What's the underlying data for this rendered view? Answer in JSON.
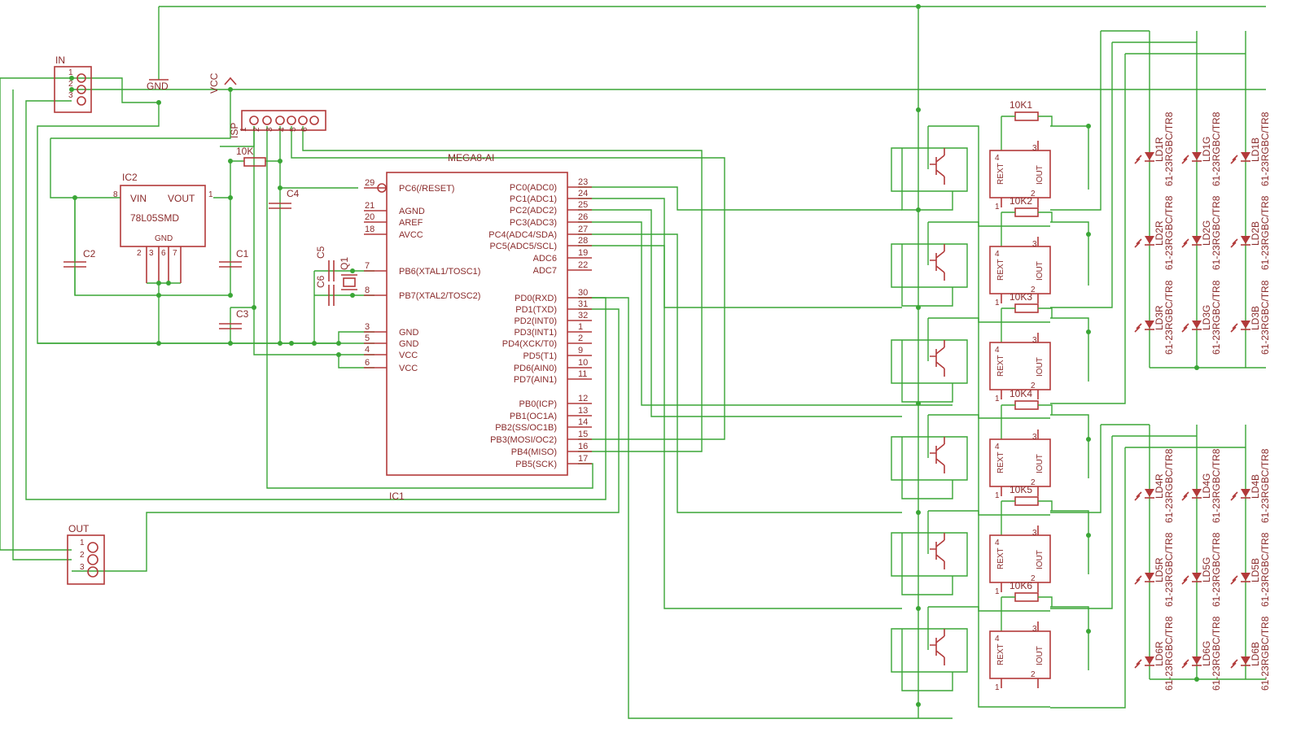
{
  "colors": {
    "wire": "#3aa636",
    "part": "#b23a3a",
    "text": "#8a2b2b",
    "background": "#ffffff"
  },
  "connectors": {
    "in": "IN",
    "out": "OUT",
    "isp": "ISP",
    "in_pins": [
      "1",
      "2",
      "3"
    ],
    "out_pins": [
      "1",
      "2",
      "3"
    ],
    "isp_pins": [
      "1",
      "2",
      "3",
      "4",
      "5",
      "6"
    ]
  },
  "supply": {
    "gnd": "GND",
    "vcc": "VCC"
  },
  "regulator": {
    "name": "IC2",
    "value": "78L05SMD",
    "vin": "VIN",
    "vout": "VOUT",
    "gnd": "GND",
    "pin8": "8",
    "pin1": "1",
    "bottom_pins": [
      "2",
      "3",
      "6",
      "7"
    ]
  },
  "passives": {
    "c1": "C1",
    "c2": "C2",
    "c3": "C3",
    "c4": "C4",
    "c5": "C5",
    "c6": "C6",
    "q1": "Q1",
    "r_reset": "10K"
  },
  "mcu": {
    "name": "IC1",
    "value": "MEGA8-AI",
    "left_pins": [
      {
        "num": "29",
        "name": "PC6(/RESET)"
      },
      {
        "num": "21",
        "name": "AGND"
      },
      {
        "num": "20",
        "name": "AREF"
      },
      {
        "num": "18",
        "name": "AVCC"
      },
      {
        "num": "7",
        "name": "PB6(XTAL1/TOSC1)"
      },
      {
        "num": "8",
        "name": "PB7(XTAL2/TOSC2)"
      },
      {
        "num": "3",
        "name": "GND"
      },
      {
        "num": "5",
        "name": "GND"
      },
      {
        "num": "4",
        "name": "VCC"
      },
      {
        "num": "6",
        "name": "VCC"
      }
    ],
    "right_pins": [
      {
        "num": "23",
        "name": "PC0(ADC0)"
      },
      {
        "num": "24",
        "name": "PC1(ADC1)"
      },
      {
        "num": "25",
        "name": "PC2(ADC2)"
      },
      {
        "num": "26",
        "name": "PC3(ADC3)"
      },
      {
        "num": "27",
        "name": "PC4(ADC4/SDA)"
      },
      {
        "num": "28",
        "name": "PC5(ADC5/SCL)"
      },
      {
        "num": "19",
        "name": "ADC6"
      },
      {
        "num": "22",
        "name": "ADC7"
      },
      {
        "num": "30",
        "name": "PD0(RXD)"
      },
      {
        "num": "31",
        "name": "PD1(TXD)"
      },
      {
        "num": "32",
        "name": "PD2(INT0)"
      },
      {
        "num": "1",
        "name": "PD3(INT1)"
      },
      {
        "num": "2",
        "name": "PD4(XCK/T0)"
      },
      {
        "num": "9",
        "name": "PD5(T1)"
      },
      {
        "num": "10",
        "name": "PD6(AIN0)"
      },
      {
        "num": "11",
        "name": "PD7(AIN1)"
      },
      {
        "num": "12",
        "name": "PB0(ICP)"
      },
      {
        "num": "13",
        "name": "PB1(OC1A)"
      },
      {
        "num": "14",
        "name": "PB2(SS/OC1B)"
      },
      {
        "num": "15",
        "name": "PB3(MOSI/OC2)"
      },
      {
        "num": "16",
        "name": "PB4(MISO)"
      },
      {
        "num": "17",
        "name": "PB5(SCK)"
      }
    ]
  },
  "drivers": {
    "resistors": [
      "10K1",
      "10K2",
      "10K3",
      "10K4",
      "10K5",
      "10K6"
    ],
    "pin_labels": {
      "p1": "1",
      "p2": "2",
      "p3": "3",
      "p4": "4",
      "iout": "IOUT",
      "rext": "REXT"
    }
  },
  "leds": {
    "part": "61-23RGBC/TR8",
    "rows": [
      [
        "LD1R",
        "LD1G",
        "LD1B"
      ],
      [
        "LD2R",
        "LD2G",
        "LD2B"
      ],
      [
        "LD3R",
        "LD3G",
        "LD3B"
      ],
      [
        "LD4R",
        "LD4G",
        "LD4B"
      ],
      [
        "LD5R",
        "LD5G",
        "LD5B"
      ],
      [
        "LD6R",
        "LD6G",
        "LD6B"
      ]
    ]
  }
}
